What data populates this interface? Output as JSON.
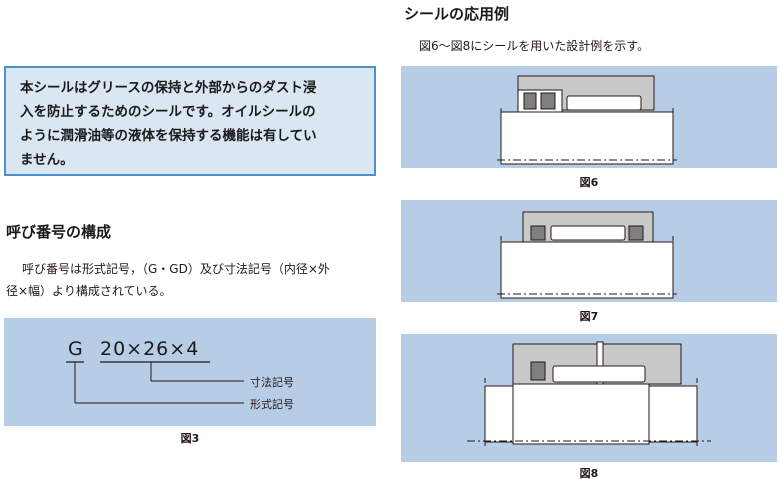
{
  "notice": {
    "lines": [
      "本シールはグリースの保持と外部からのダスト浸",
      "入を防止するためのシールです。オイルシールの",
      "ように潤滑油等の液体を保持する機能は有してい",
      "ません。"
    ]
  },
  "designation": {
    "heading": "呼び番号の構成",
    "text_lines": [
      "呼び番号は形式記号，（G・GD）及び寸法記号（内径×外",
      "径×幅）より構成されている。"
    ],
    "figure": {
      "series_code": "G",
      "dimension_code": "20×26×4",
      "label_dimension": "寸法記号",
      "label_type": "形式記号",
      "caption": "図3"
    }
  },
  "application": {
    "heading": "シールの応用例",
    "intro": "図6～図8にシールを用いた設計例を示す。",
    "captions": [
      "図6",
      "図7",
      "図8"
    ]
  },
  "colors": {
    "panel_fill": "#b7cde6",
    "notice_fill": "#dbe6f3",
    "notice_border": "#4f8fcb",
    "part_fill": "#c9c9c9"
  }
}
